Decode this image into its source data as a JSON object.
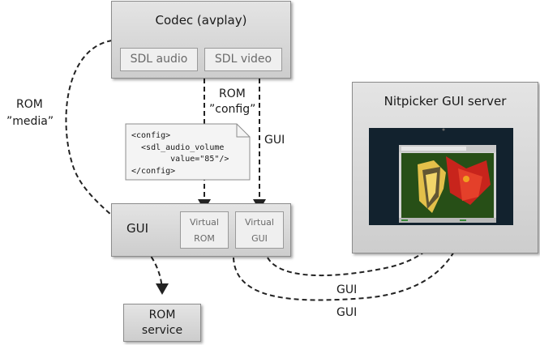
{
  "codec": {
    "title": "Codec (avplay)",
    "sdl_audio": "SDL audio",
    "sdl_video": "SDL video"
  },
  "nitpicker": {
    "title": "Nitpicker GUI server"
  },
  "gui_box": {
    "title": "GUI",
    "virtual_rom": [
      "Virtual",
      "ROM"
    ],
    "virtual_gui": [
      "Virtual",
      "GUI"
    ]
  },
  "rom_service": {
    "line1": "ROM",
    "line2": "service"
  },
  "config_file": {
    "lines": [
      "<config>",
      "  <sdl_audio_volume",
      "        value=\"85\"/>",
      "</config>"
    ]
  },
  "edge_labels": {
    "rom_media": [
      "ROM",
      "”media”"
    ],
    "rom_config": [
      "ROM",
      "”config”"
    ],
    "gui_video": "GUI",
    "gui_upper": "GUI",
    "gui_lower": "GUI"
  },
  "colors": {
    "screen_bg": "#12222e",
    "window_bar": "#c9c9c9",
    "box_border": "#8c8c8c"
  }
}
